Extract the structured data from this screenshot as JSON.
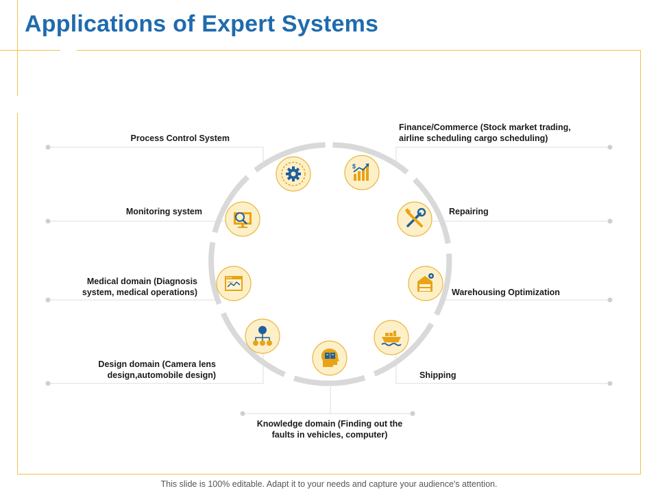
{
  "title": "Applications of Expert Systems",
  "footer": "This slide is 100% editable. Adapt it to your needs and capture your audience's attention.",
  "colors": {
    "title": "#1f6bae",
    "frame": "#f0c24a",
    "ring": "#d9d9d9",
    "icon_fill": "#fdf0c8",
    "icon_border": "#e9b53e",
    "icon_glyph": "#e8a317",
    "icon_accent": "#1f5f9e"
  },
  "items": {
    "process_control": {
      "label": "Process Control System",
      "icon": "gear-icon"
    },
    "finance": {
      "label": "Finance/Commerce  (Stock market trading, airline scheduling cargo scheduling)",
      "icon": "finance-chart-icon"
    },
    "monitoring": {
      "label": "Monitoring system",
      "icon": "monitor-icon"
    },
    "repairing": {
      "label": "Repairing",
      "icon": "tools-icon"
    },
    "medical": {
      "label": "Medical domain (Diagnosis system, medical operations)",
      "icon": "browser-chart-icon"
    },
    "warehousing": {
      "label": "Warehousing Optimization",
      "icon": "warehouse-icon"
    },
    "design": {
      "label": "Design domain (Camera lens design,automobile design)",
      "icon": "hierarchy-icon"
    },
    "shipping": {
      "label": "Shipping",
      "icon": "ship-icon"
    },
    "knowledge": {
      "label": "Knowledge domain (Finding out the faults in vehicles, computer)",
      "icon": "head-book-icon"
    }
  }
}
